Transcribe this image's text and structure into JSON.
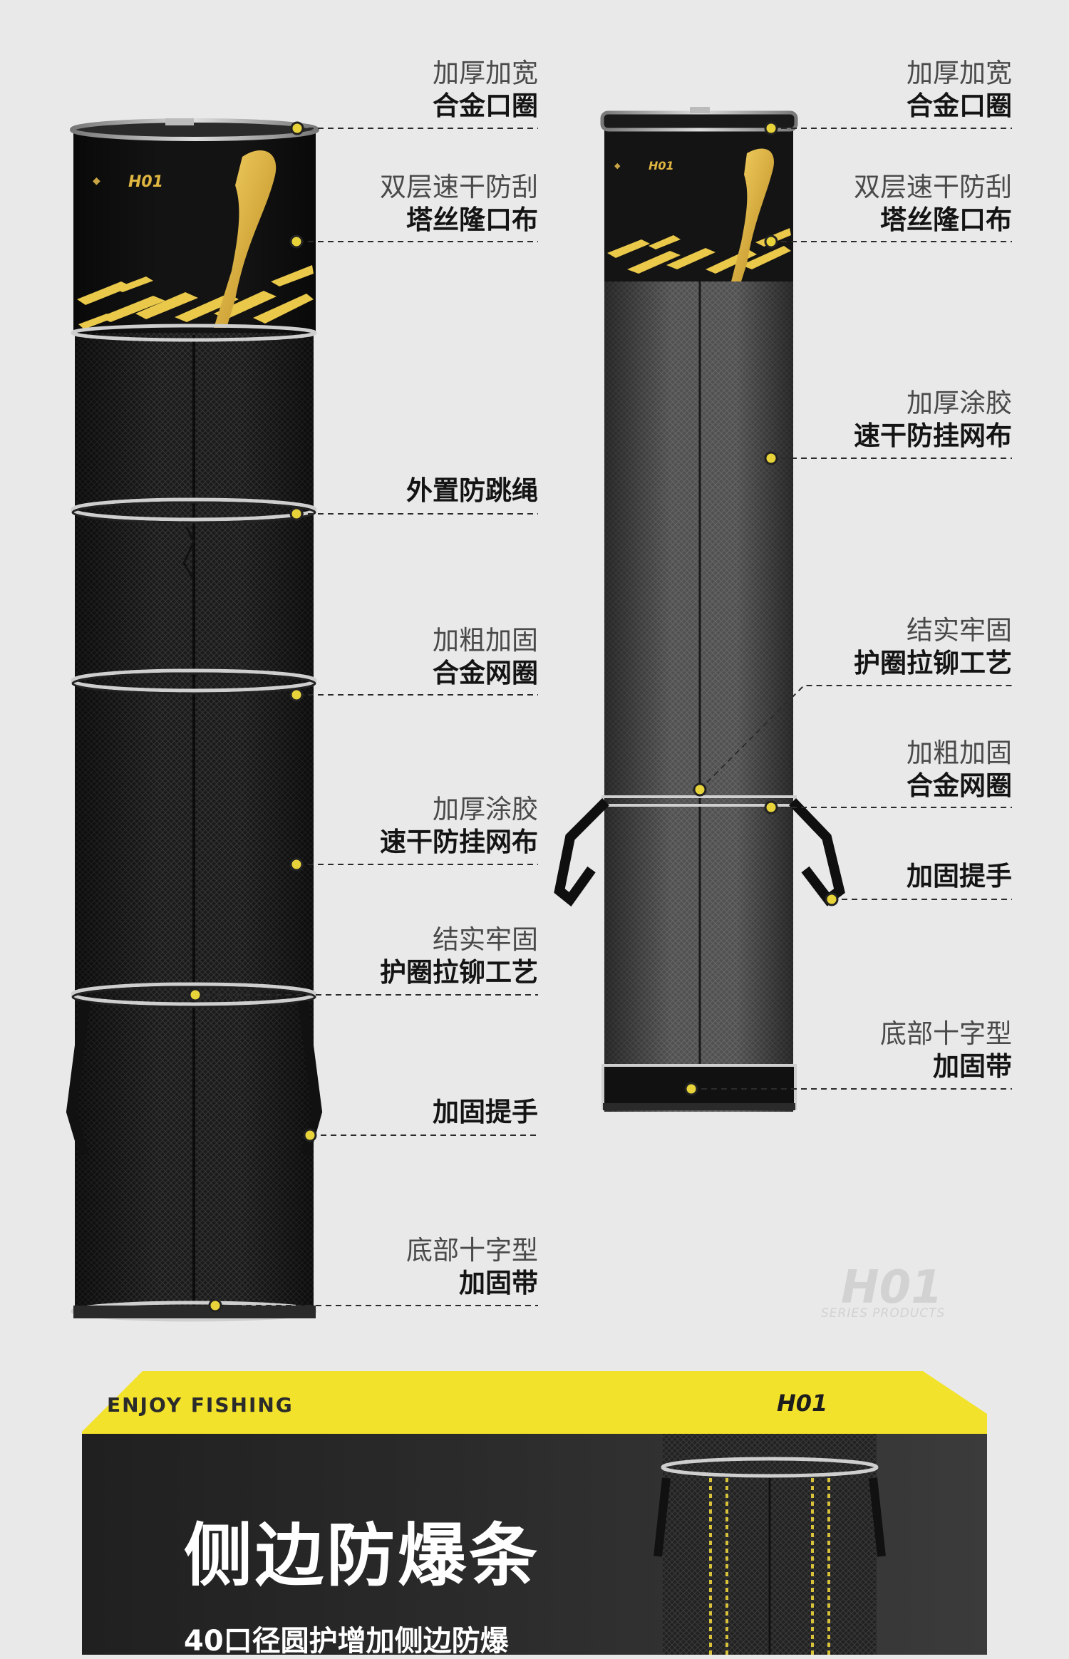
{
  "left_labels": [
    {
      "l1": "加厚加宽",
      "l2": "合金口圈"
    },
    {
      "l1": "双层速干防刮",
      "l2": "塔丝隆口布"
    },
    {
      "l1": "",
      "l2": "外置防跳绳"
    },
    {
      "l1": "加粗加固",
      "l2": "合金网圈"
    },
    {
      "l1": "加厚涂胶",
      "l2": "速干防挂网布"
    },
    {
      "l1": "结实牢固",
      "l2": "护圈拉铆工艺"
    },
    {
      "l1": "",
      "l2": "加固提手"
    },
    {
      "l1": "底部十字型",
      "l2": "加固带"
    }
  ],
  "right_labels": [
    {
      "l1": "加厚加宽",
      "l2": "合金口圈"
    },
    {
      "l1": "双层速干防刮",
      "l2": "塔丝隆口布"
    },
    {
      "l1": "加厚涂胶",
      "l2": "速干防挂网布"
    },
    {
      "l1": "结实牢固",
      "l2": "护圈拉铆工艺"
    },
    {
      "l1": "加粗加固",
      "l2": "合金网圈"
    },
    {
      "l1": "",
      "l2": "加固提手"
    },
    {
      "l1": "底部十字型",
      "l2": "加固带"
    }
  ],
  "watermark": {
    "logo": "H01",
    "caption": "SERIES PRODUCTS"
  },
  "banner": {
    "tagline": "ENJOY FISHING",
    "logo": "H01",
    "title": "侧边防爆条",
    "subtitle": "40口径圆护增加侧边防爆"
  },
  "colors": {
    "accent_yellow": "#f3e22b",
    "dot_yellow": "#e8d43a",
    "background": "#e9e9e9",
    "dark": "#1b1b1b"
  }
}
